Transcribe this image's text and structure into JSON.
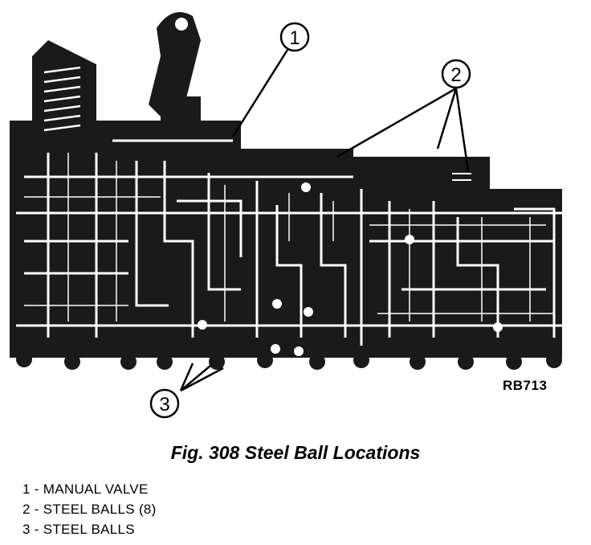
{
  "figure": {
    "reference_code": "RB713",
    "caption": "Fig. 308 Steel Ball Locations",
    "callouts": [
      {
        "number": "1",
        "label": "MANUAL VALVE"
      },
      {
        "number": "2",
        "label": "STEEL BALLS (8)"
      },
      {
        "number": "3",
        "label": "STEEL BALLS"
      }
    ],
    "legend": [
      "1 - MANUAL VALVE",
      "2 - STEEL BALLS (8)",
      "3 - STEEL BALLS"
    ]
  },
  "colors": {
    "ink": "#000000",
    "paper": "#ffffff",
    "metal": "#1a1a1a"
  }
}
